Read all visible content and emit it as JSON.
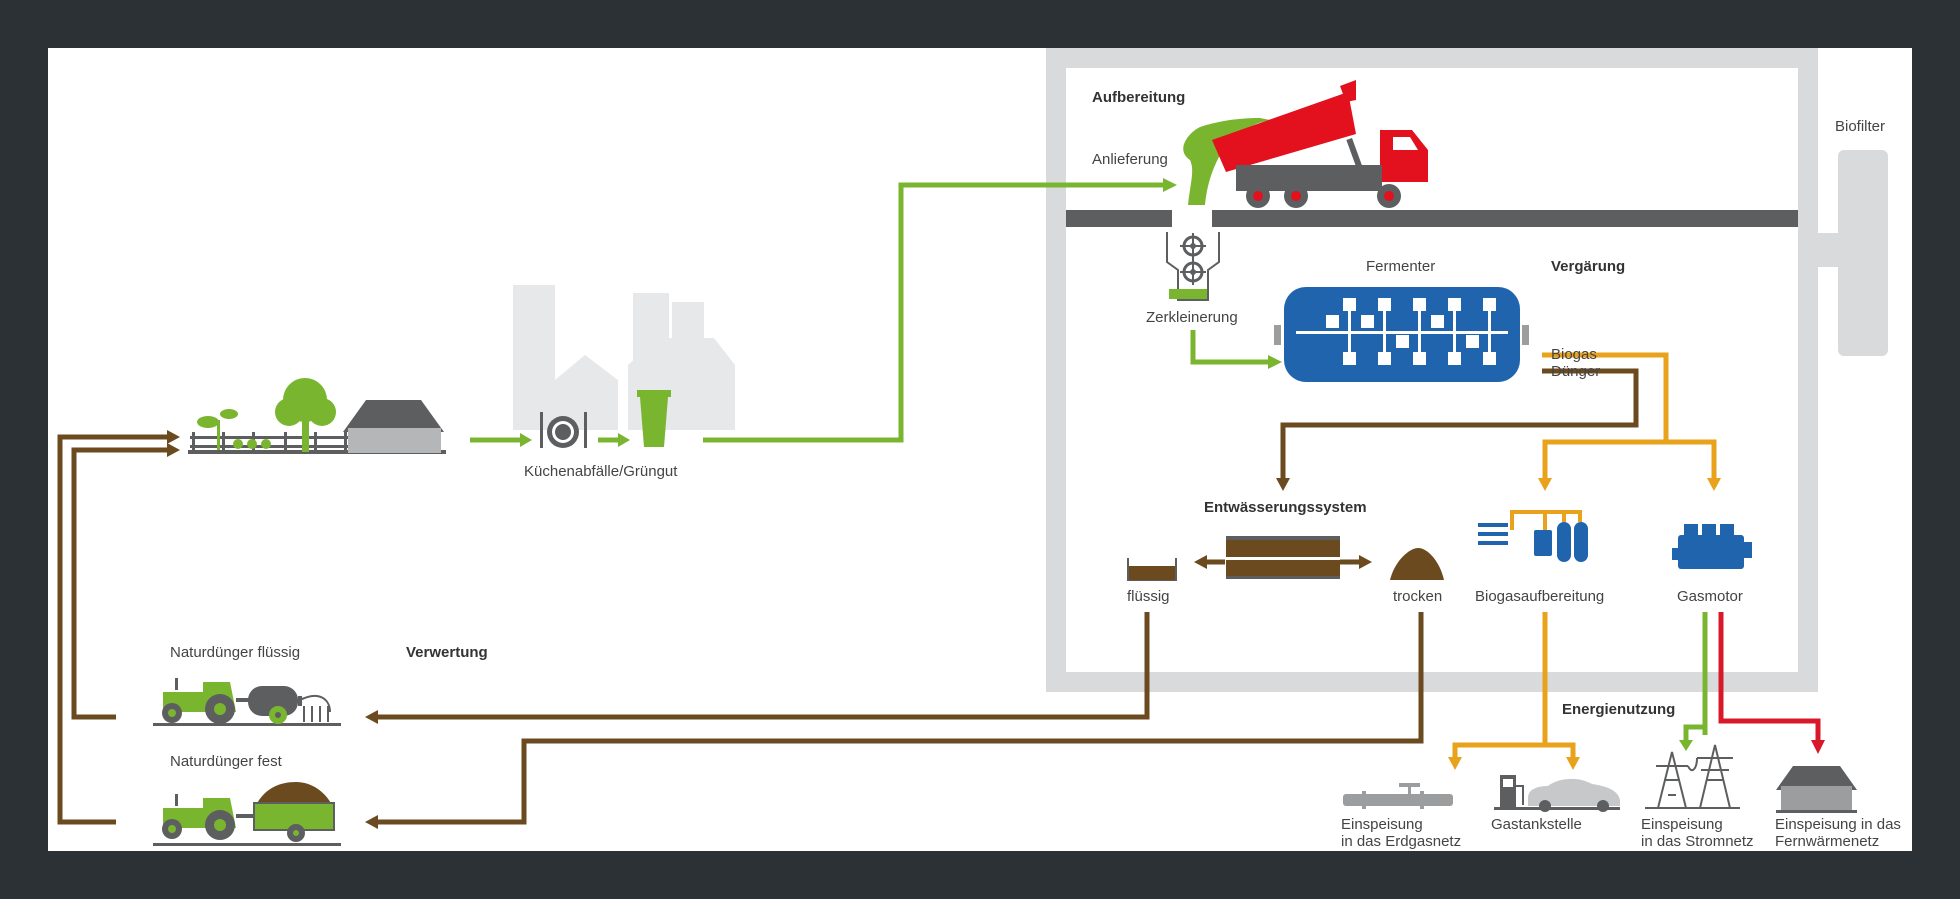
{
  "colors": {
    "background_frame": "#2b3134",
    "panel": "#ffffff",
    "plant_wall": "#d9dadb",
    "green_flow": "#7ab530",
    "brown_flow": "#6b4a1f",
    "orange_flow": "#e8a21c",
    "red_flow": "#d8192a",
    "fermenter_blue": "#1f64ad",
    "truck_red": "#e3101e"
  },
  "sections": {
    "aufbereitung": "Aufbereitung",
    "vergaerung": "Vergärung",
    "entwaesserung": "Entwässerungssystem",
    "verwertung": "Verwertung",
    "energienutzung": "Energienutzung"
  },
  "labels": {
    "anlieferung": "Anlieferung",
    "biofilter": "Biofilter",
    "fermenter": "Fermenter",
    "zerkleinerung": "Zerkleinerung",
    "biogas": "Biogas",
    "duenger": "Dünger",
    "kuechenabfaelle": "Küchenabfälle/Grüngut",
    "fluessig": "flüssig",
    "trocken": "trocken",
    "biogasaufbereitung": "Biogasaufbereitung",
    "gasmotor": "Gasmotor",
    "naturduenger_fluessig": "Naturdünger flüssig",
    "naturduenger_fest": "Naturdünger fest",
    "erdgasnetz_1": "Einspeisung",
    "erdgasnetz_2": "in das Erdgasnetz",
    "gastankstelle": "Gastankstelle",
    "stromnetz_1": "Einspeisung",
    "stromnetz_2": "in das Stromnetz",
    "fernwaerme_1": "Einspeisung in das",
    "fernwaerme_2": "Fernwärmenetz"
  },
  "icons": [
    "farm-icon",
    "tree-icon",
    "house-icon",
    "city-silhouette-icon",
    "plate-icon",
    "green-bin-icon",
    "dump-truck-icon",
    "shredder-icon",
    "fermenter-icon",
    "dewatering-tank-icon",
    "liquid-tray-icon",
    "dry-pile-icon",
    "gas-upgrade-icon",
    "gas-engine-icon",
    "tractor-tanker-icon",
    "tractor-trailer-icon",
    "gas-pipeline-icon",
    "fuel-station-icon",
    "car-icon",
    "power-pylon-icon",
    "district-heating-house-icon"
  ]
}
